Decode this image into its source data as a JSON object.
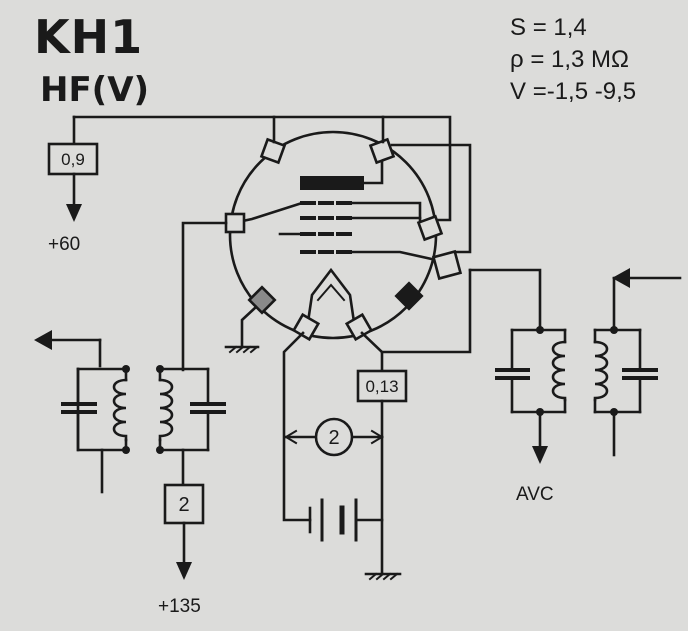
{
  "tube": {
    "name": "KH1",
    "function": "HF(V)"
  },
  "params": [
    {
      "symbol": "S",
      "value": "= 1,4"
    },
    {
      "symbol": "ρ",
      "value": "= 1,3 MΩ"
    },
    {
      "symbol": "V",
      "value": "=-1,5  -9,5"
    }
  ],
  "resistors": {
    "screen": "0,9",
    "cathode": "0,13",
    "anode": "2",
    "heater": "2"
  },
  "supplies": {
    "screen_voltage": "+60",
    "anode_voltage": "+135",
    "agc": "AVC"
  }
}
